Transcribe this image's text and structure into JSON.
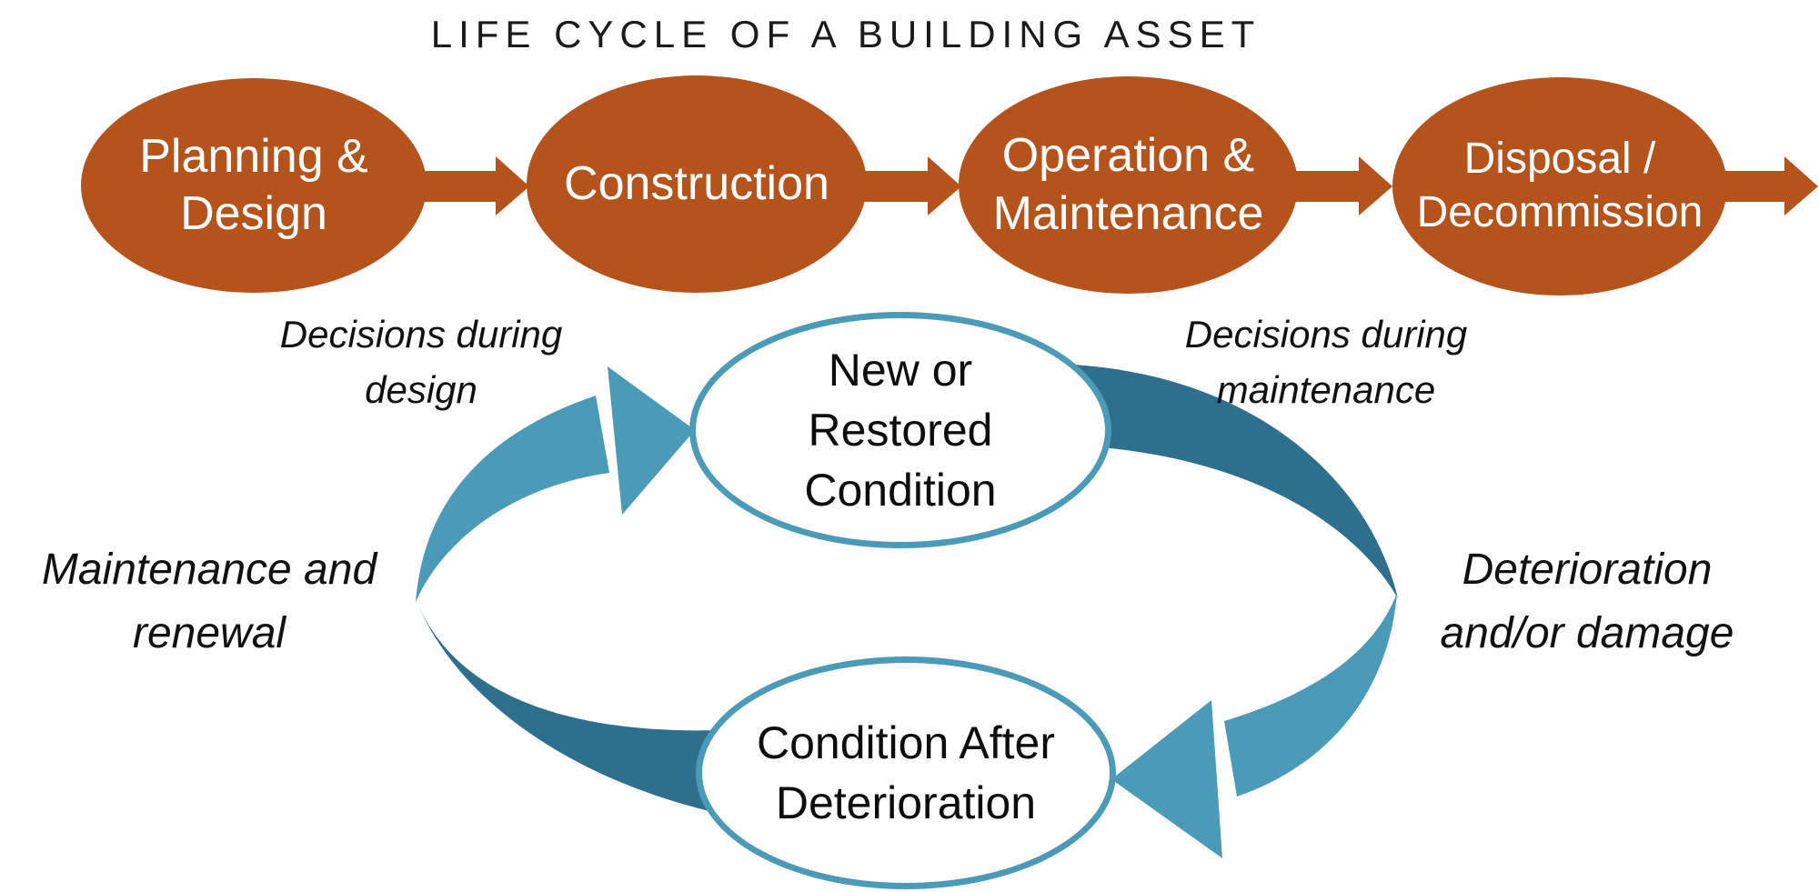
{
  "title": "LIFE CYCLE OF A BUILDING ASSET",
  "colors": {
    "orange": "#b5531d",
    "teal-light": "#4a9ab8",
    "teal-dark": "#2f6f8e",
    "ink": "#161616"
  },
  "stages": [
    {
      "label": "Planning &\nDesign"
    },
    {
      "label": "Construction"
    },
    {
      "label": "Operation &\nMaintenance"
    },
    {
      "label": "Disposal /\nDecommission"
    }
  ],
  "annotations": {
    "decisions_design": "Decisions during\ndesign",
    "decisions_maintenance": "Decisions during\nmaintenance",
    "maintenance_renewal": "Maintenance and\nrenewal",
    "deterioration_damage": "Deterioration\nand/or damage"
  },
  "cycle": {
    "top_node": "New or\nRestored\nCondition",
    "bottom_node": "Condition After\nDeterioration"
  }
}
